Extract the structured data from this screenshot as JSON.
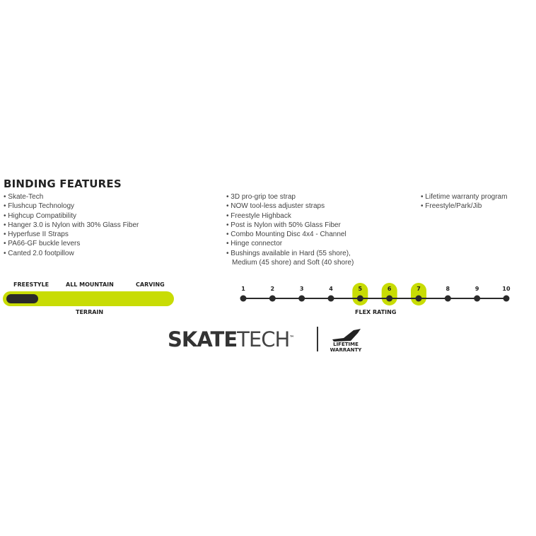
{
  "title": "BINDING FEATURES",
  "features_col1": [
    "Skate-Tech",
    "Flushcup Technology",
    "Highcup Compatibility",
    "Hanger 3.0 is Nylon with 30% Glass Fiber",
    "Hyperfuse II Straps",
    "PA66-GF buckle levers",
    "Canted 2.0 footpillow"
  ],
  "features_col2": [
    "3D pro-grip toe strap",
    "NOW tool-less adjuster straps",
    "Freestyle Highback",
    "Post is Nylon with 50% Glass Fiber",
    "Combo Mounting Disc 4x4 - Channel",
    "Hinge connector",
    "Bushings available in Hard (55 shore),"
  ],
  "features_col2_cont": "Medium (45 shore) and Soft (40 shore)",
  "features_col3": [
    "Lifetime warranty program",
    "Freestyle/Park/Jib"
  ],
  "terrain": {
    "labels": [
      "FREESTYLE",
      "ALL MOUNTAIN",
      "CARVING"
    ],
    "caption": "TERRAIN",
    "selected": "FREESTYLE"
  },
  "flex": {
    "caption": "FLEX RATING",
    "ticks": [
      "1",
      "2",
      "3",
      "4",
      "5",
      "6",
      "7",
      "8",
      "9",
      "10"
    ],
    "highlighted": [
      5,
      6,
      7
    ]
  },
  "logo": {
    "skate": "SKATE",
    "tech": "TECH",
    "tm": "™",
    "warranty": "LIFETIME WARRANTY"
  },
  "colors": {
    "accent": "#c8dc04",
    "dark": "#2a2a2a"
  }
}
